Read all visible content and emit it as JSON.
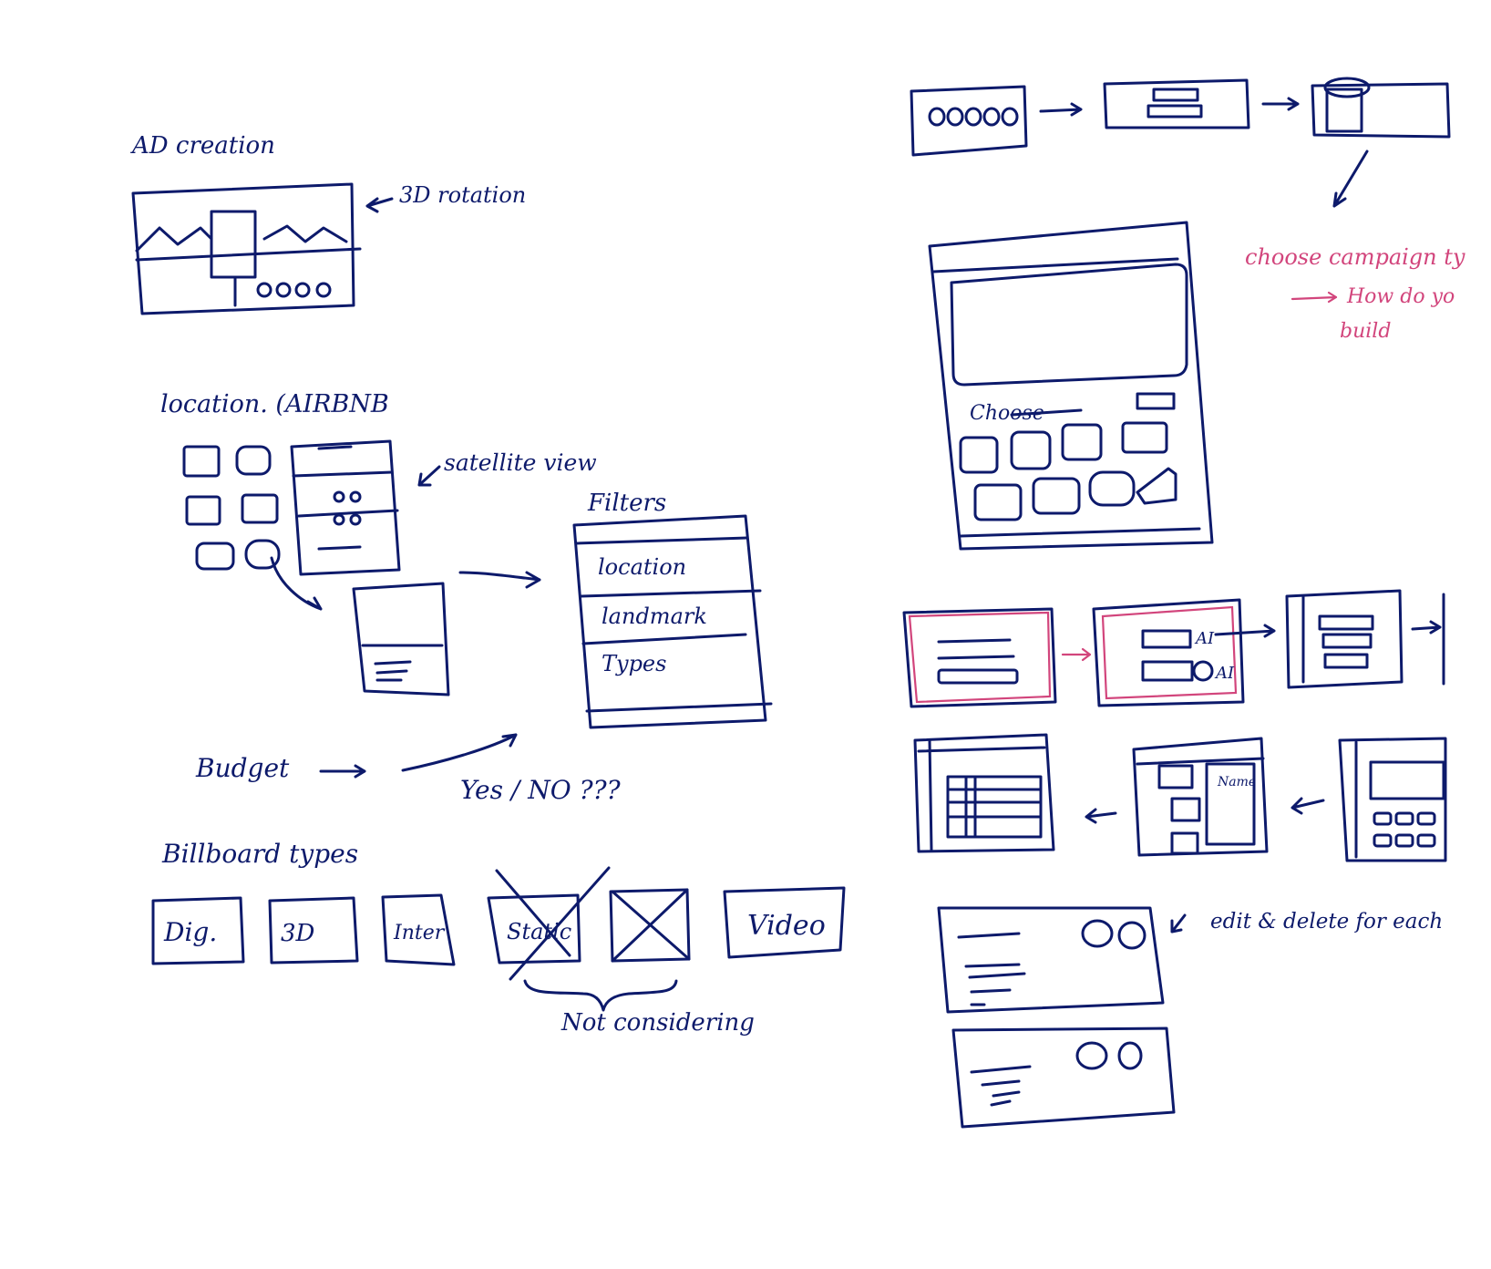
{
  "colors": {
    "ink": "#0d1a6b",
    "accent_ink": "#d2457c",
    "paper": "#ffffff"
  },
  "left": {
    "ad_creation": {
      "title": "AD creation",
      "note": "3D rotation"
    },
    "location": {
      "title": "location. (AIRBNB",
      "satellite_note": "satellite view"
    },
    "filters": {
      "title": "Filters",
      "items": [
        "location",
        "landmark",
        "Types"
      ]
    },
    "budget": {
      "label": "Budget",
      "question": "Yes / NO ???"
    },
    "billboard_types": {
      "title": "Billboard types",
      "items": [
        "Dig.",
        "3D",
        "Inter",
        "Static",
        "",
        "Video"
      ],
      "excluded_note": "Not considering"
    }
  },
  "right": {
    "campaign_note": {
      "line1": "choose campaign ty",
      "line2": "How do yo",
      "line3": "build"
    },
    "catalog_label": "Choose",
    "ai_labels": [
      "AI",
      "AI"
    ],
    "detail_label": "Name",
    "edit_note": "edit & delete for each"
  }
}
